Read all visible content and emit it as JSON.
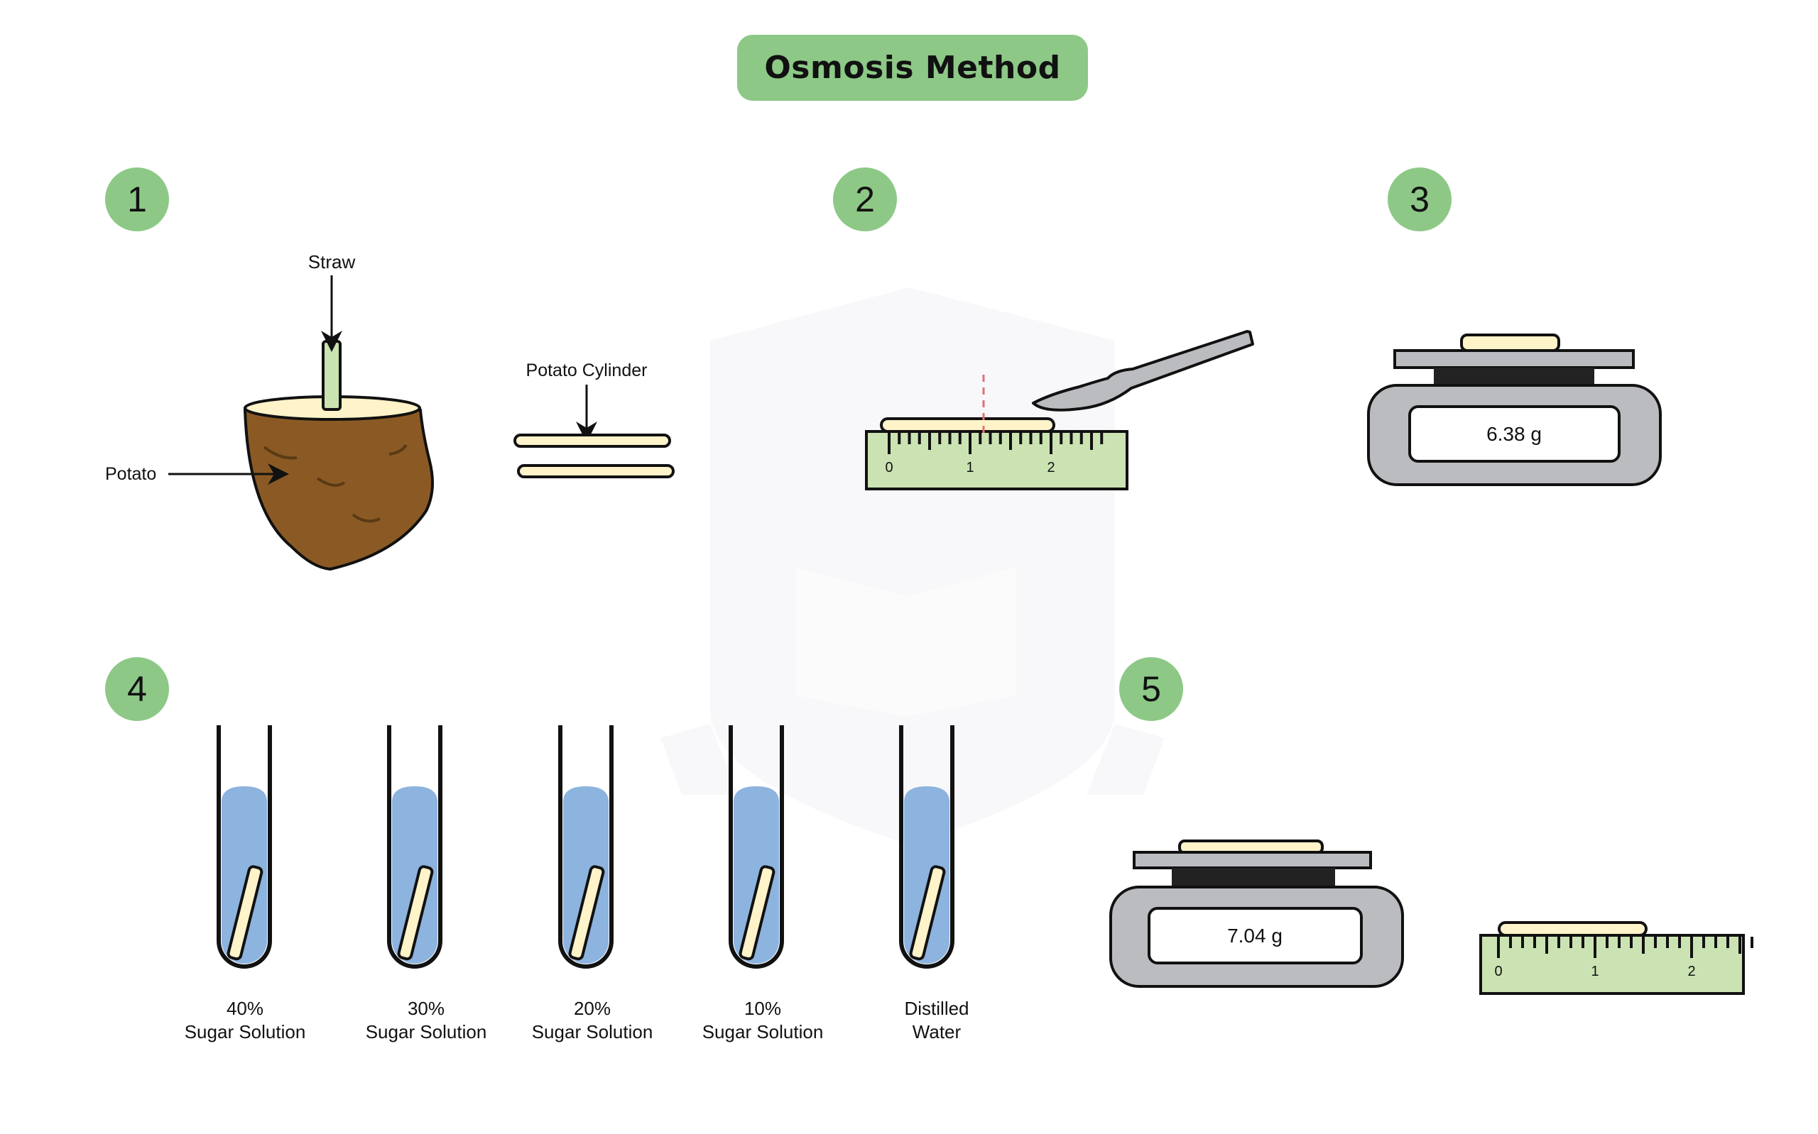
{
  "title": "Osmosis Method",
  "colors": {
    "accent_green": "#8dc887",
    "potato_brown": "#8b5a24",
    "potato_flesh": "#fff3c9",
    "straw_green": "#c9e3b1",
    "ruler_green": "#cbe3b3",
    "scale_grey": "#bbbcbf",
    "solution_blue": "#8db3df",
    "cut_line_red": "#e0707a"
  },
  "steps": [
    {
      "number": "1"
    },
    {
      "number": "2"
    },
    {
      "number": "3"
    },
    {
      "number": "4"
    },
    {
      "number": "5"
    }
  ],
  "step1": {
    "straw_label": "Straw",
    "potato_label": "Potato",
    "cylinder_label": "Potato Cylinder"
  },
  "step2": {
    "ruler_ticks": [
      "0",
      "1",
      "2"
    ]
  },
  "step3": {
    "scale_reading": "6.38 g"
  },
  "step4": {
    "tubes": [
      {
        "line1": "40%",
        "line2": "Sugar Solution"
      },
      {
        "line1": "30%",
        "line2": "Sugar Solution"
      },
      {
        "line1": "20%",
        "line2": "Sugar Solution"
      },
      {
        "line1": "10%",
        "line2": "Sugar Solution"
      },
      {
        "line1": "Distilled",
        "line2": "Water"
      }
    ]
  },
  "step5": {
    "scale_reading": "7.04 g",
    "ruler_ticks": [
      "0",
      "1",
      "2"
    ]
  }
}
